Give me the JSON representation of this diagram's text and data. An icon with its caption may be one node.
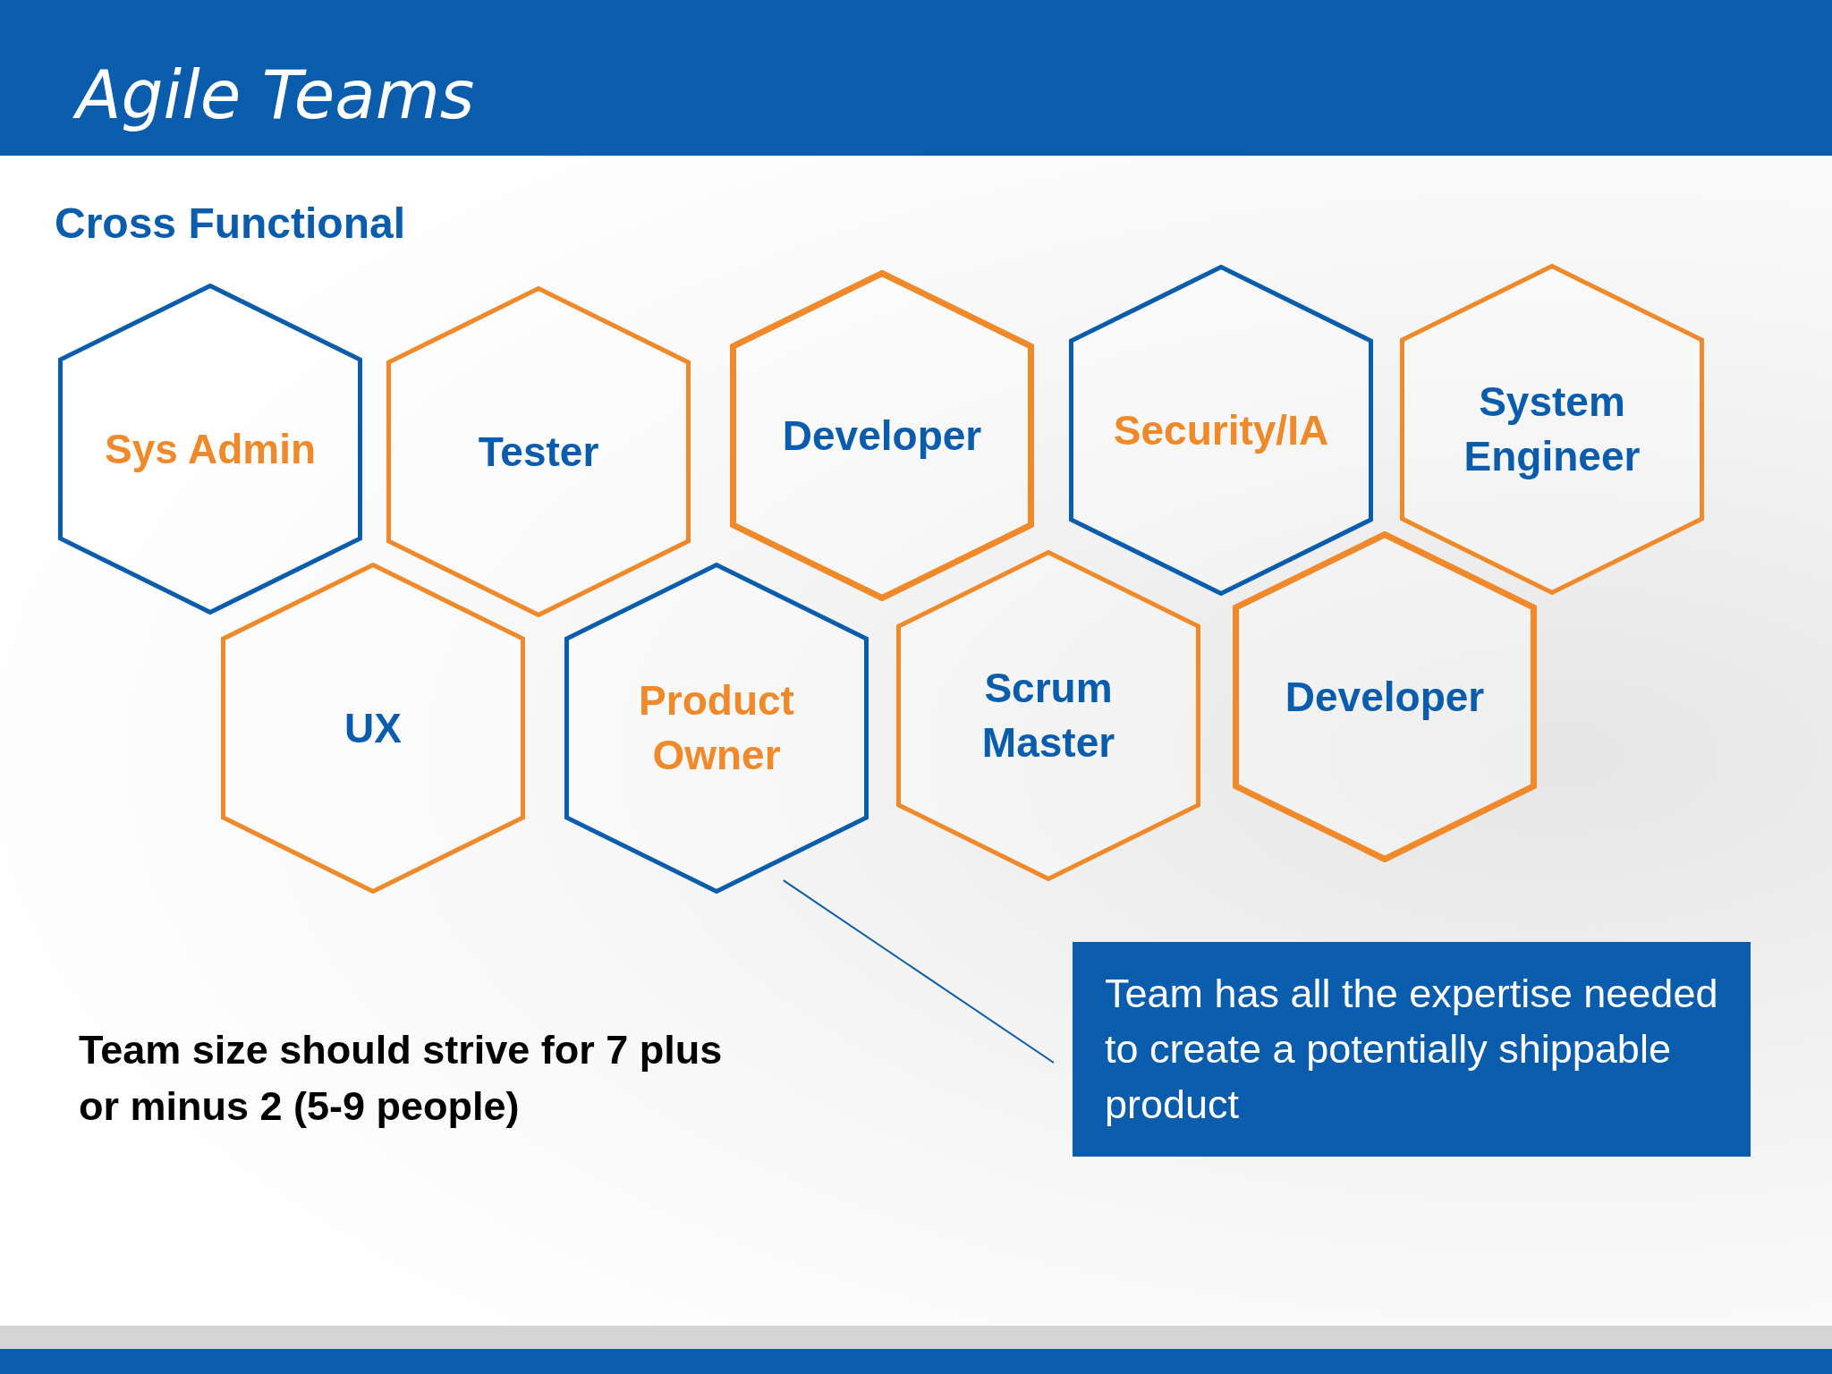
{
  "diagram": {
    "title": "Agile Teams",
    "nodes": [
      {
        "text": [
          "Sys Admin"
        ]
      },
      {
        "text": [
          "Tester"
        ]
      },
      {
        "text": [
          "Developer"
        ]
      },
      {
        "text": [
          "Security/IA"
        ]
      },
      {
        "text": [
          "System Engineer"
        ]
      },
      {
        "text": [
          "UX"
        ]
      },
      {
        "text": [
          "Product Owner"
        ]
      },
      {
        "text": [
          "Scrum Master"
        ]
      },
      {
        "text": [
          "Developer"
        ]
      },
      {
        "text": [
          "Team has all the expertise needed to create a potentially shippable product"
        ]
      }
    ],
    "edges": [
      {
        "from": 9,
        "to": 6,
        "arrow": "none"
      }
    ],
    "labels": [
      "Cross Functional",
      "Team size should strive for 7 plus or minus 2 (5-9 people)"
    ]
  }
}
